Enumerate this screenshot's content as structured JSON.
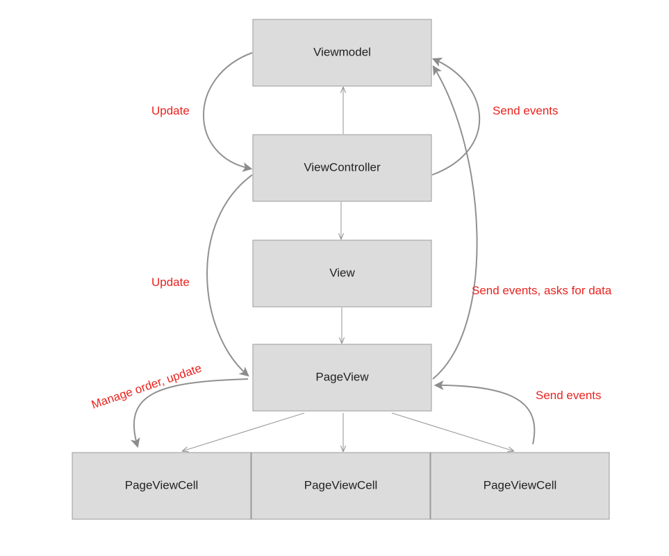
{
  "colors": {
    "node_fill": "#dcdcdc",
    "node_border": "#9a9a9a",
    "connector": "#9a9a9a",
    "annotation": "#e8231f"
  },
  "nodes": {
    "viewmodel": "Viewmodel",
    "viewcontroller": "ViewController",
    "view": "View",
    "pageview": "PageView",
    "cell_left": "PageViewCell",
    "cell_middle": "PageViewCell",
    "cell_right": "PageViewCell"
  },
  "annotations": {
    "vc_updates_viewmodel": "Update",
    "vc_sends_events": "Send events",
    "vc_updates_pageview": "Update",
    "pageview_sends_events": "Send events, asks for data",
    "pageview_manages_cells": "Manage order, update",
    "cells_send_events": "Send events"
  }
}
